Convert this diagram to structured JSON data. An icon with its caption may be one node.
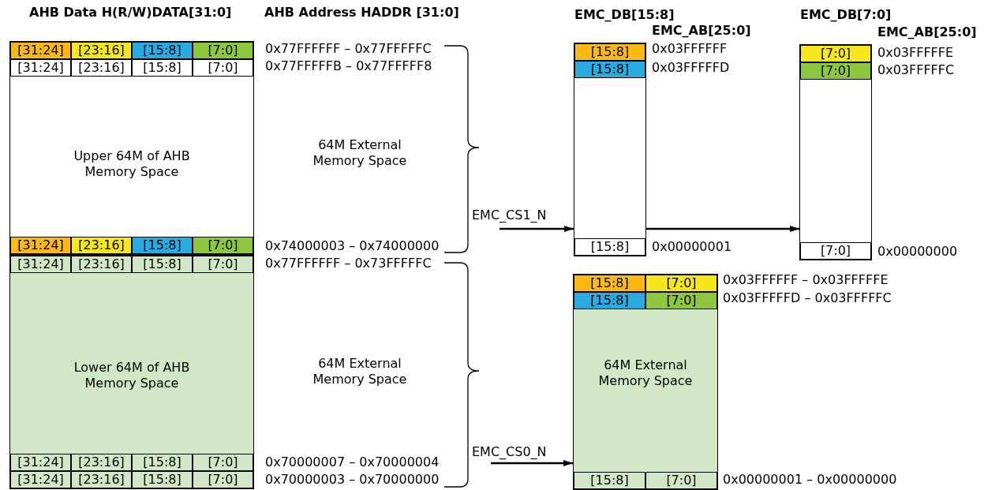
{
  "diagram": {
    "nodes": [
      {
        "text": [
          "Upper 64M of AHB Memory Space"
        ]
      },
      {
        "text": [
          "[31:24]"
        ],
        "in": 0
      },
      {
        "text": [
          "[23:16]"
        ],
        "in": 0
      },
      {
        "text": [
          "[15:8]"
        ],
        "in": 0
      },
      {
        "text": [
          "[7:0]"
        ],
        "in": 0
      },
      {
        "text": [
          "[31:24]"
        ],
        "in": 0
      },
      {
        "text": [
          "[23:16]"
        ],
        "in": 0
      },
      {
        "text": [
          "[15:8]"
        ],
        "in": 0
      },
      {
        "text": [
          "[7:0]"
        ],
        "in": 0
      },
      {
        "text": [
          "[31:24]"
        ],
        "in": 0
      },
      {
        "text": [
          "[23:16]"
        ],
        "in": 0
      },
      {
        "text": [
          "[15:8]"
        ],
        "in": 0
      },
      {
        "text": [
          "[7:0]"
        ],
        "in": 0
      },
      {
        "text": [
          "Lower 64M of AHB Memory Space"
        ]
      },
      {
        "text": [
          "[31:24]"
        ],
        "in": 13
      },
      {
        "text": [
          "[23:16]"
        ],
        "in": 13
      },
      {
        "text": [
          "[15:8]"
        ],
        "in": 13
      },
      {
        "text": [
          "[7:0]"
        ],
        "in": 13
      },
      {
        "text": [
          "[31:24]"
        ],
        "in": 13
      },
      {
        "text": [
          "[23:16]"
        ],
        "in": 13
      },
      {
        "text": [
          "[15:8]"
        ],
        "in": 13
      },
      {
        "text": [
          "[7:0]"
        ],
        "in": 13
      },
      {
        "text": [
          "[31:24]"
        ],
        "in": 13
      },
      {
        "text": [
          "[23:16]"
        ],
        "in": 13
      },
      {
        "text": [
          "[15:8]"
        ],
        "in": 13
      },
      {
        "text": [
          "[7:0]"
        ],
        "in": 13
      },
      {
        "text": [
          "EMC_DB[15:8]"
        ]
      },
      {
        "text": [
          "[15:8]"
        ],
        "in": 26
      },
      {
        "text": [
          "[15:8]"
        ],
        "in": 26
      },
      {
        "text": [
          "[15:8]"
        ],
        "in": 26
      },
      {
        "text": [
          "EMC_DB[7:0]"
        ]
      },
      {
        "text": [
          "[7:0]"
        ],
        "in": 30
      },
      {
        "text": [
          "[7:0]"
        ],
        "in": 30
      },
      {
        "text": [
          "[7:0]"
        ],
        "in": 30
      },
      {
        "text": [
          "64M External Memory Space"
        ]
      },
      {
        "text": [
          "[15:8]"
        ],
        "in": 34
      },
      {
        "text": [
          "[7:0]"
        ],
        "in": 34
      },
      {
        "text": [
          "[15:8]"
        ],
        "in": 34
      },
      {
        "text": [
          "[7:0]"
        ],
        "in": 34
      },
      {
        "text": [
          "[15:8]"
        ],
        "in": 34
      },
      {
        "text": [
          "[7:0]"
        ],
        "in": 34
      }
    ],
    "edges": [
      {
        "from": null,
        "to": 26,
        "arrow": "to",
        "label": "EMC_CS1_N"
      },
      {
        "from": 26,
        "to": 30,
        "arrow": "to"
      },
      {
        "from": null,
        "to": 34,
        "arrow": "to",
        "label": "EMC_CS0_N"
      }
    ],
    "labels": [
      "AHB Data H(R/W)DATA[31:0]",
      "AHB Address HADDR [31:0]",
      "EMC_AB[25:0]",
      "EMC_AB[25:0]",
      "0x77FFFFFF – 0x77FFFFFC",
      "0x03FFFFFF",
      "0x03FFFFFE",
      "0x77FFFFFB – 0x77FFFFF8",
      "0x03FFFFFD",
      "0x03FFFFFC",
      "64M External Memory Space",
      "0x74000003 – 0x74000000",
      "0x00000001",
      "0x00000000",
      "0x77FFFFFF – 0x73FFFFFC",
      "0x03FFFFFF – 0x03FFFFFE",
      "0x03FFFFFD – 0x03FFFFFC",
      "64M External Memory Space",
      "0x70000007 – 0x70000004",
      "0x70000003 – 0x70000000",
      "0x00000001 – 0x00000000"
    ]
  }
}
